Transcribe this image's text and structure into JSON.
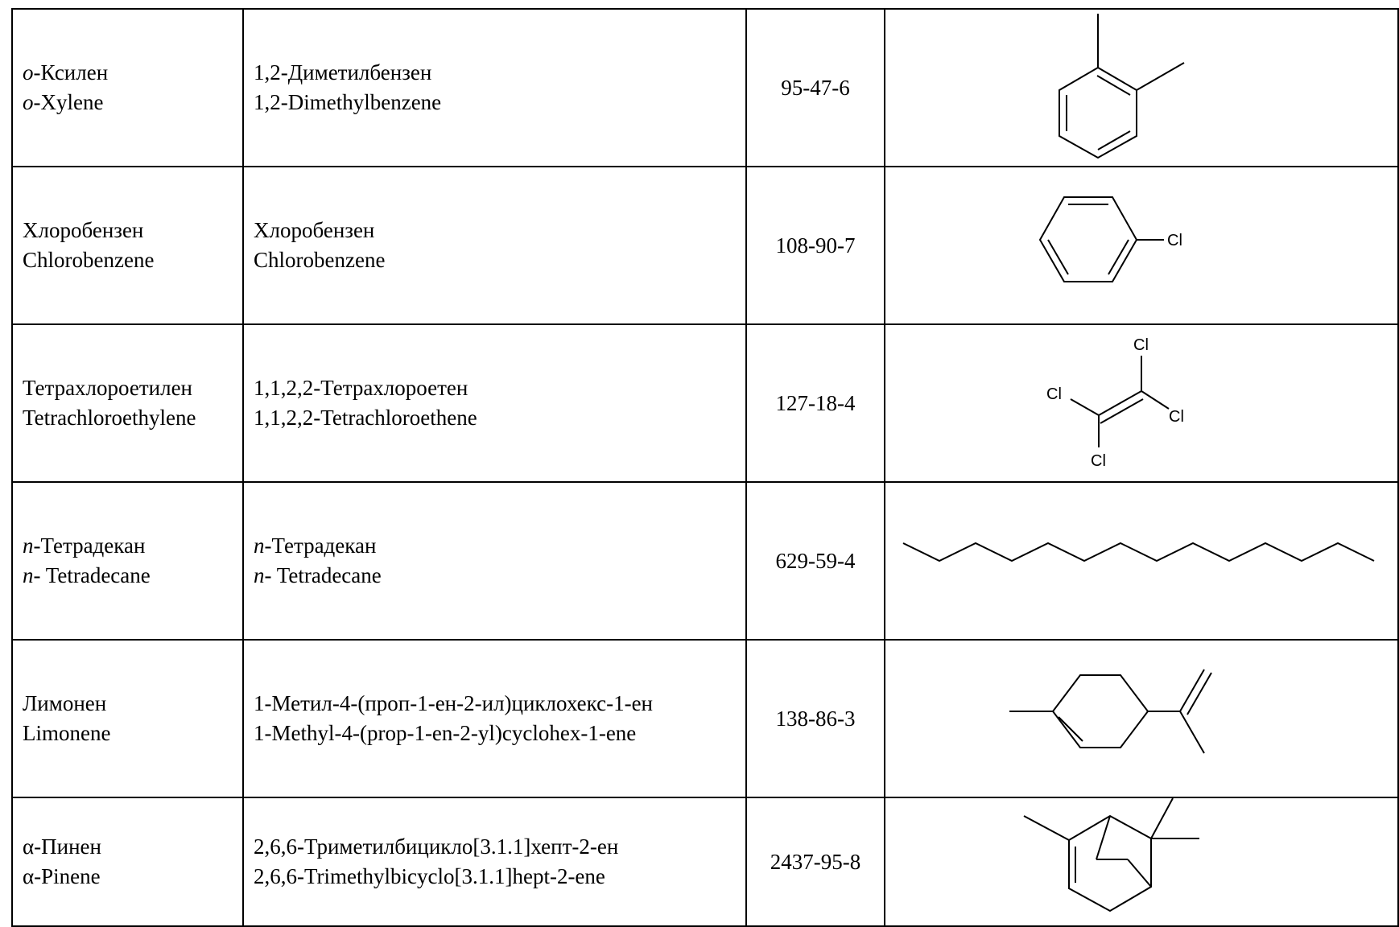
{
  "rows": [
    {
      "name_ru": "-Ксилен",
      "name_ru_prefix": "o",
      "name_en": "-Xylene",
      "name_en_prefix": "o",
      "iupac_ru": "1,2-Диметилбензен",
      "iupac_en": "1,2-Dimethylbenzene",
      "cas": "95-47-6"
    },
    {
      "name_ru": "Хлоробензен",
      "name_en": "Chlorobenzene",
      "iupac_ru": "Хлоробензен",
      "iupac_en": "Chlorobenzene",
      "cas": "108-90-7",
      "atom": "Cl"
    },
    {
      "name_ru": "Тетрахлороетилен",
      "name_en": "Tetrachloroethylene",
      "iupac_ru": "1,1,2,2-Тетрахлороетен",
      "iupac_en": "1,1,2,2-Tetrachloroethene",
      "cas": "127-18-4",
      "atom": "Cl"
    },
    {
      "name_ru": "-Тетрадекан",
      "name_ru_prefix": "n",
      "name_en": "- Tetradecane",
      "name_en_prefix": "n",
      "iupac_ru": "-Тетрадекан",
      "iupac_ru_prefix": "n",
      "iupac_en": "- Tetradecane",
      "iupac_en_prefix": "n",
      "cas": "629-59-4"
    },
    {
      "name_ru": "Лимонен",
      "name_en": "Limonene",
      "iupac_ru": "1-Метил-4-(проп-1-ен-2-ил)циклохекс-1-ен",
      "iupac_en": "1-Methyl-4-(prop-1-en-2-yl)cyclohex-1-ene",
      "cas": "138-86-3"
    },
    {
      "name_ru": "α-Пинен",
      "name_en": "α-Pinene",
      "iupac_ru": "2,6,6-Триметилбицикло[3.1.1]хепт-2-ен",
      "iupac_en": "2,6,6-Trimethylbicyclo[3.1.1]hept-2-ene",
      "cas": "2437-95-8"
    }
  ]
}
